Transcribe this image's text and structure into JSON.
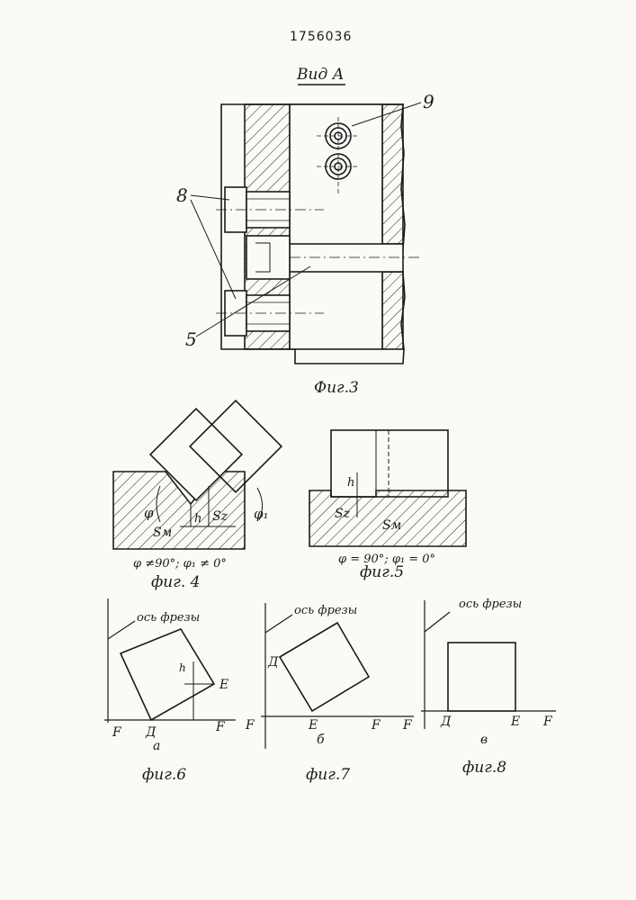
{
  "header": {
    "patent_number": "1756036"
  },
  "fig3": {
    "view_label": "Вид А",
    "caption": "Фиг.3",
    "callout_9": "9",
    "callout_8": "8",
    "callout_5": "5"
  },
  "fig4": {
    "caption": "фиг. 4",
    "angle_condition": "φ ≠90°; φ₁ ≠ 0°",
    "label_phi": "φ",
    "label_phi1": "φ₁",
    "label_h": "h",
    "label_sz": "Sz",
    "label_sm": "Sм"
  },
  "fig5": {
    "caption": "фиг.5",
    "angle_condition": "φ = 90°; φ₁ = 0°",
    "label_h": "h",
    "label_sz": "Sz",
    "label_sm": "Sм"
  },
  "fig6": {
    "axis_label": "ось фрезы",
    "label_e": "E",
    "label_d": "Д",
    "label_f_left": "F",
    "label_f_right": "F",
    "label_h": "h",
    "sub_label": "а",
    "caption": "фиг.6"
  },
  "fig7": {
    "axis_label": "ось фрезы",
    "label_d": "Д",
    "label_e": "E",
    "label_f_left": "F",
    "label_f_right": "F",
    "label_f_mid": "F",
    "sub_label": "б",
    "caption": "фиг.7"
  },
  "fig8": {
    "axis_label": "ось фрезы",
    "label_d": "Д",
    "label_e": "E",
    "label_f_right": "F",
    "sub_label": "в",
    "caption": "фиг.8"
  }
}
